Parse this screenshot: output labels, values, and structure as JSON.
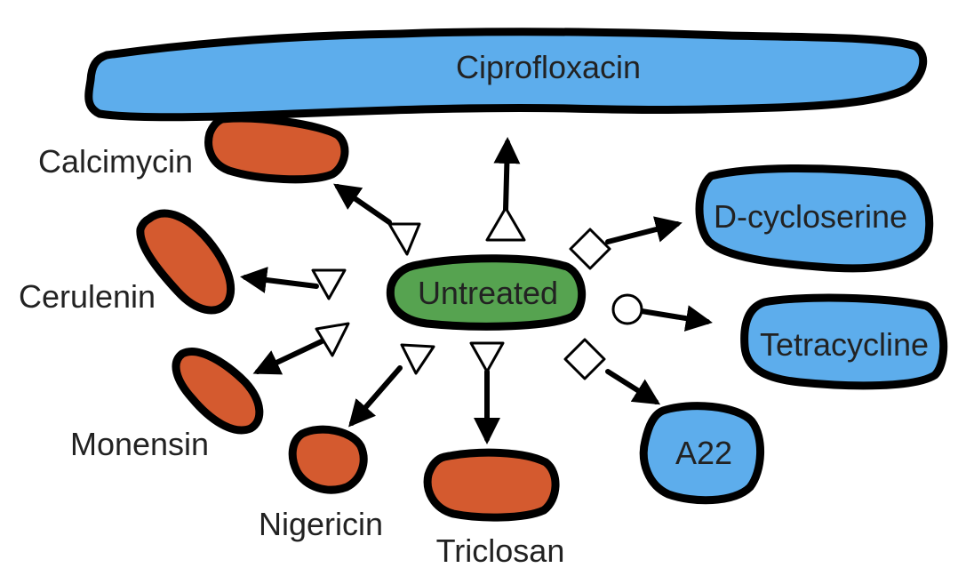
{
  "colors": {
    "blue": "#5DADEC",
    "orange": "#D45A2F",
    "green": "#56A350",
    "outline": "#000000",
    "text": "#222222"
  },
  "center": {
    "label": "Untreated"
  },
  "blue_cells": {
    "ciprofloxacin": "Ciprofloxacin",
    "dcycloserine": "D-cycloserine",
    "tetracycline": "Tetracycline",
    "a22": "A22"
  },
  "orange_cells": {
    "calcimycin": "Calcimycin",
    "cerulenin": "Cerulenin",
    "monensin": "Monensin",
    "nigericin": "Nigericin",
    "triclosan": "Triclosan"
  },
  "marker_types": {
    "ciprofloxacin": "triangle-up",
    "calcimycin": "triangle-down",
    "cerulenin": "triangle-down",
    "monensin": "triangle-down",
    "nigericin": "triangle-down",
    "triclosan": "triangle-down",
    "dcycloserine": "diamond",
    "tetracycline": "circle",
    "a22": "diamond"
  }
}
